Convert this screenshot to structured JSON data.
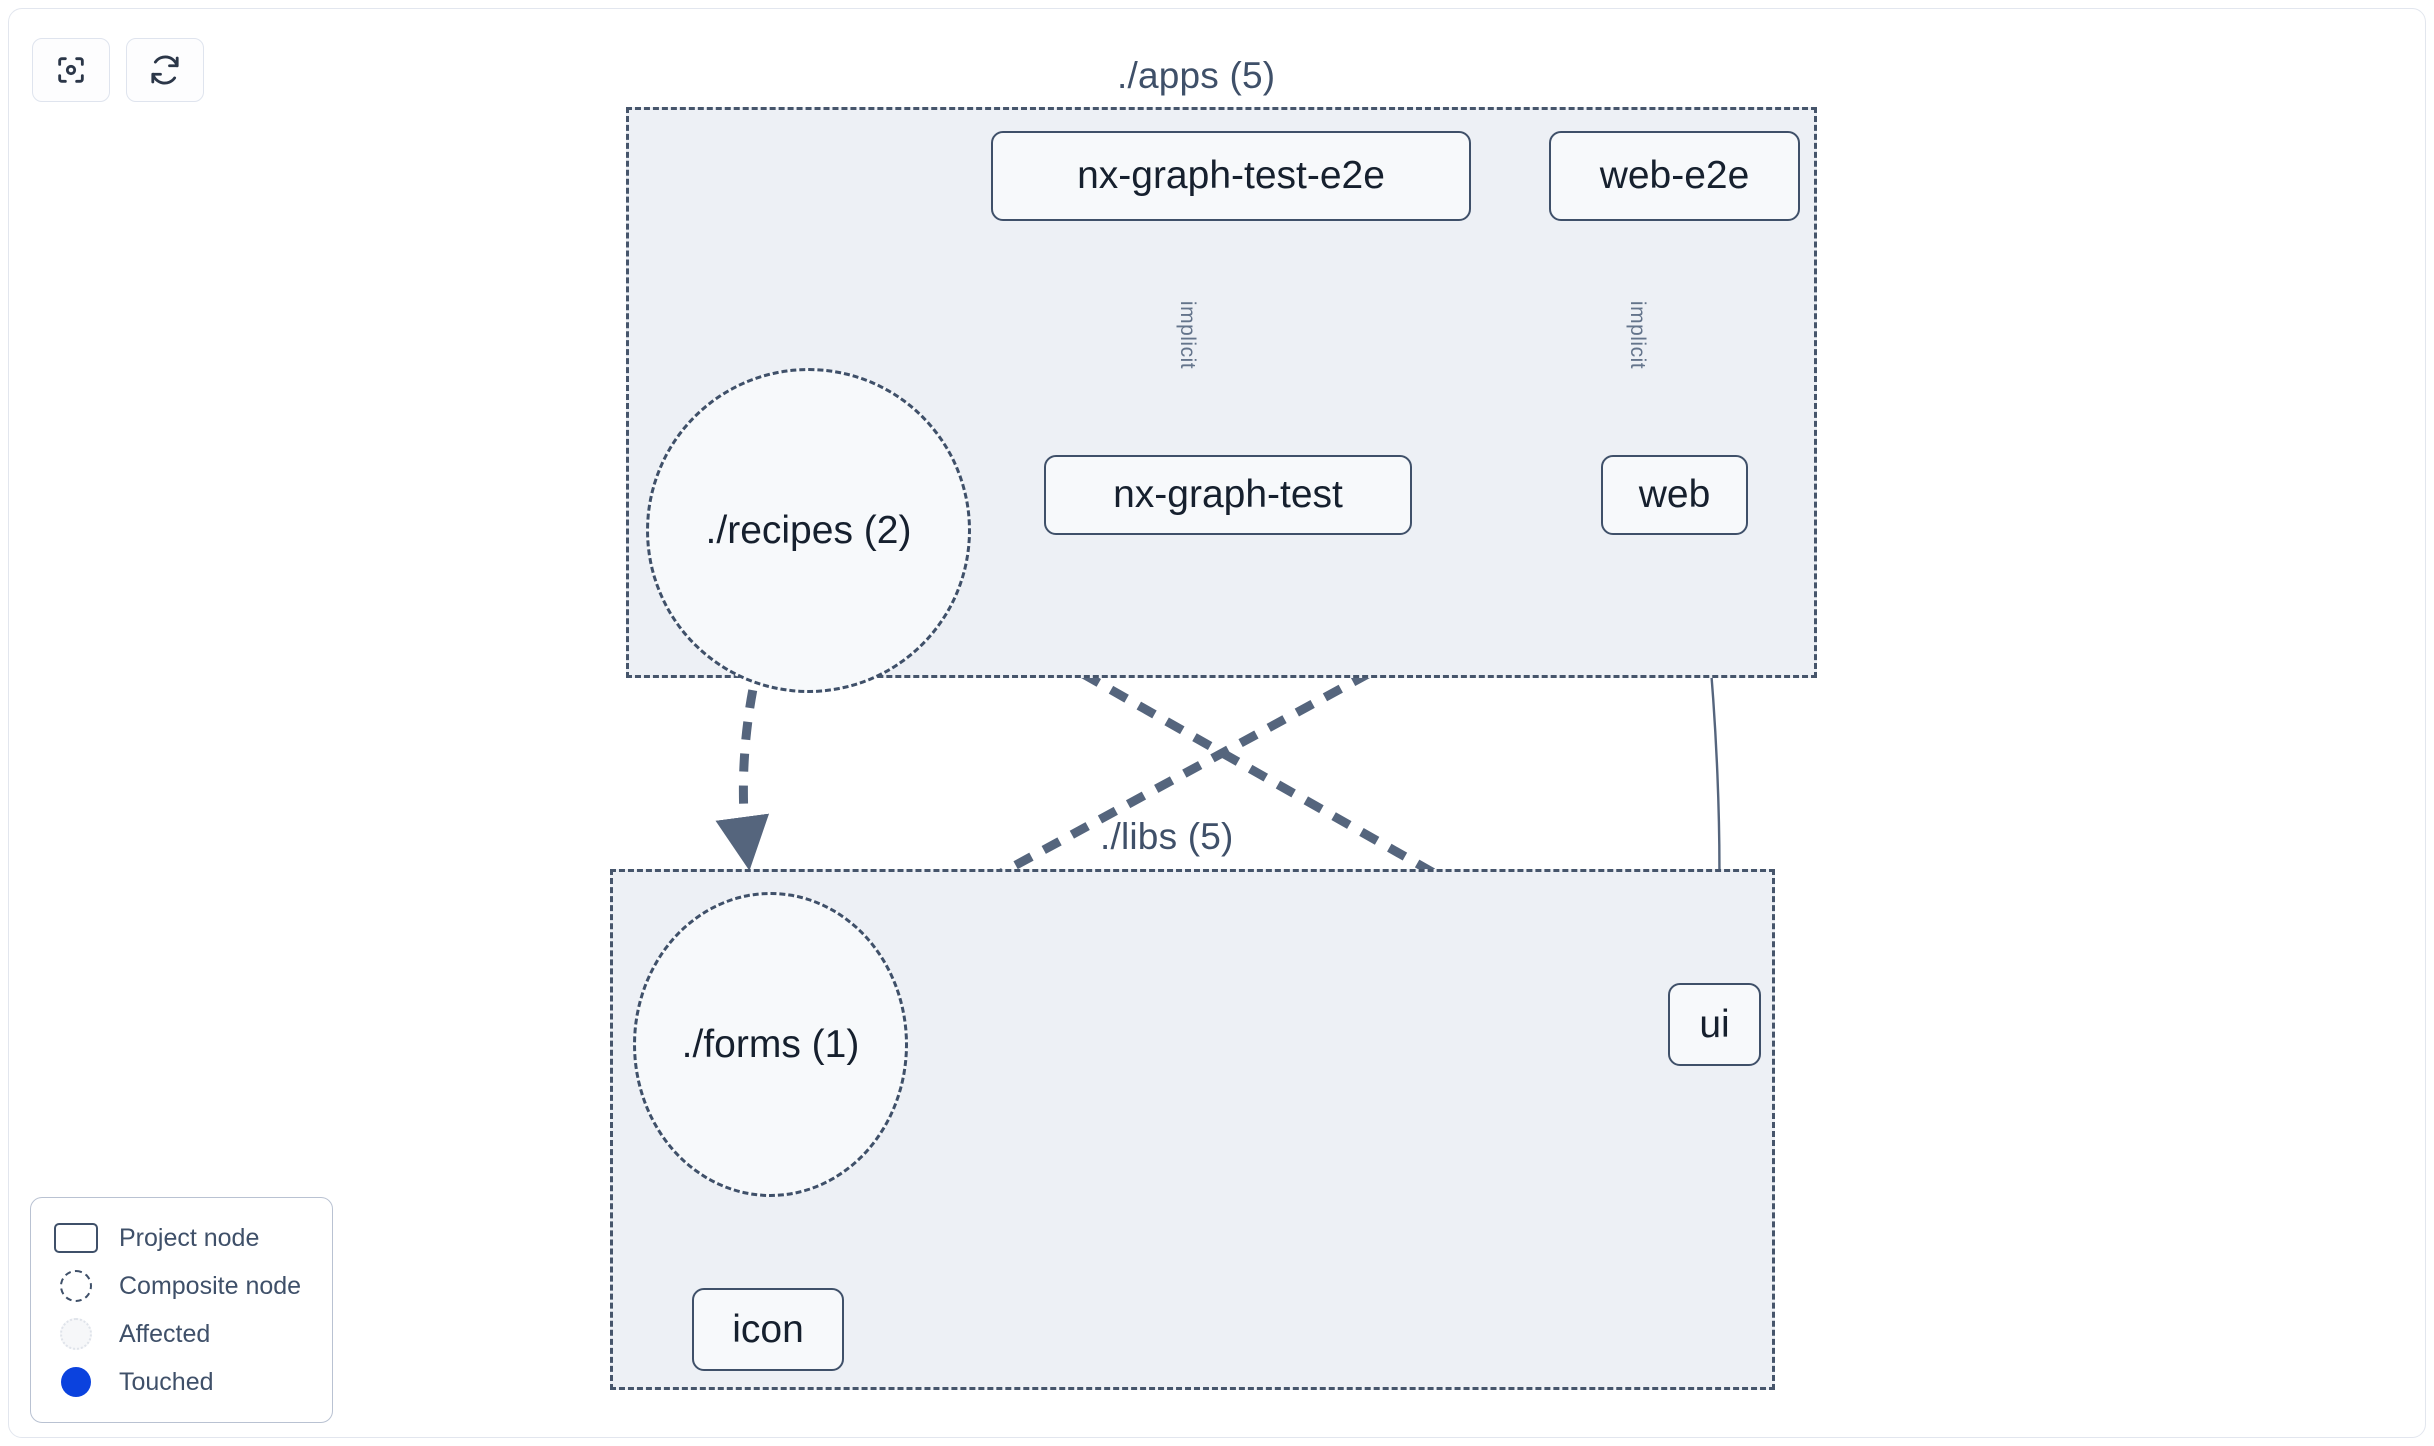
{
  "toolbar": {
    "buttons": [
      {
        "name": "focus-graph-button",
        "icon": "focus-target-icon",
        "title": "Focus graph"
      },
      {
        "name": "refresh-graph-button",
        "icon": "refresh-icon",
        "title": "Refresh graph"
      }
    ]
  },
  "graph": {
    "groups": [
      {
        "id": "apps",
        "label": "./apps (5)",
        "count": 5
      },
      {
        "id": "libs",
        "label": "./libs (5)",
        "count": 5
      }
    ],
    "nodes": [
      {
        "id": "nx-graph-test-e2e",
        "label": "nx-graph-test-e2e",
        "type": "project",
        "group": "apps"
      },
      {
        "id": "web-e2e",
        "label": "web-e2e",
        "type": "project",
        "group": "apps"
      },
      {
        "id": "recipes",
        "label": "./recipes (2)",
        "type": "composite",
        "group": "apps"
      },
      {
        "id": "nx-graph-test",
        "label": "nx-graph-test",
        "type": "project",
        "group": "apps"
      },
      {
        "id": "web",
        "label": "web",
        "type": "project",
        "group": "apps"
      },
      {
        "id": "forms",
        "label": "./forms (1)",
        "type": "composite",
        "group": "libs"
      },
      {
        "id": "ui",
        "label": "ui",
        "type": "project",
        "group": "libs"
      },
      {
        "id": "icon",
        "label": "icon",
        "type": "project",
        "group": "libs"
      }
    ],
    "edges": [
      {
        "from": "nx-graph-test-e2e",
        "to": "nx-graph-test",
        "label": "implicit",
        "style": "thin"
      },
      {
        "from": "web-e2e",
        "to": "web",
        "label": "implicit",
        "style": "thin"
      },
      {
        "from": "web",
        "to": "ui",
        "label": "",
        "style": "thin"
      },
      {
        "from": "recipes",
        "to": "forms",
        "label": "",
        "style": "dashed"
      },
      {
        "from": "recipes",
        "to": "ui",
        "label": "",
        "style": "dashed"
      },
      {
        "from": "web",
        "to": "forms",
        "label": "",
        "style": "dashed"
      },
      {
        "from": "forms",
        "to": "icon",
        "label": "",
        "style": "dashed"
      }
    ],
    "edge_labels": {
      "implicit_1": "implicit",
      "implicit_2": "implicit"
    }
  },
  "legend": {
    "items": [
      {
        "key": "project",
        "label": "Project node",
        "icon": "rectangle-outline-icon"
      },
      {
        "key": "composite",
        "label": "Composite node",
        "icon": "dashed-circle-icon"
      },
      {
        "key": "affected",
        "label": "Affected",
        "icon": "faint-circle-icon"
      },
      {
        "key": "touched",
        "label": "Touched",
        "icon": "filled-circle-icon"
      }
    ]
  },
  "colors": {
    "group_fill": "#edf0f5",
    "group_border": "#46556b",
    "node_fill": "#f7f9fb",
    "node_border": "#3f5069",
    "edge": "#55657d",
    "touched": "#0b42de",
    "panel_border": "#e2e6ee"
  }
}
